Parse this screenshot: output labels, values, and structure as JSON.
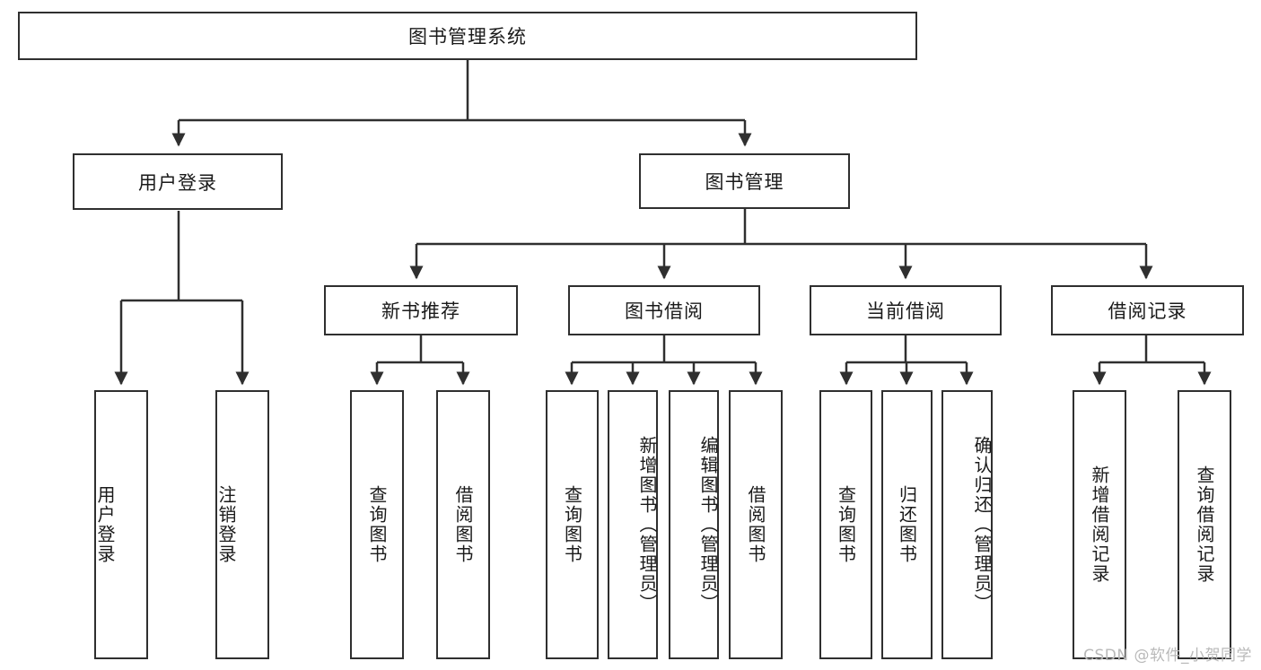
{
  "diagram": {
    "title": "图书管理系统",
    "watermark": "CSDN @软件_小贺同学",
    "stroke_color": "#2f2f2f",
    "text_color": "#1a1a1a",
    "background_color": "#ffffff",
    "watermark_color": "#b9b9b9"
  },
  "nodes": {
    "root": {
      "label": "图书管理系统"
    },
    "level1": [
      {
        "label": "用户登录"
      },
      {
        "label": "图书管理"
      }
    ],
    "level2": [
      {
        "label": "新书推荐"
      },
      {
        "label": "图书借阅"
      },
      {
        "label": "当前借阅"
      },
      {
        "label": "借阅记录"
      }
    ],
    "leaves": {
      "user_login": [
        {
          "label": "用户登录"
        },
        {
          "label": "注销登录"
        }
      ],
      "new_book": [
        {
          "label": "查询图书"
        },
        {
          "label": "借阅图书"
        }
      ],
      "book_borrow": [
        {
          "label": "查询图书"
        },
        {
          "label": "新增图书（管理员）"
        },
        {
          "label": "编辑图书（管理员）"
        },
        {
          "label": "借阅图书"
        }
      ],
      "current_borrow": [
        {
          "label": "查询图书"
        },
        {
          "label": "归还图书"
        },
        {
          "label": "确认归还（管理员）"
        }
      ],
      "borrow_record": [
        {
          "label": "新增借阅记录"
        },
        {
          "label": "查询借阅记录"
        }
      ]
    }
  }
}
